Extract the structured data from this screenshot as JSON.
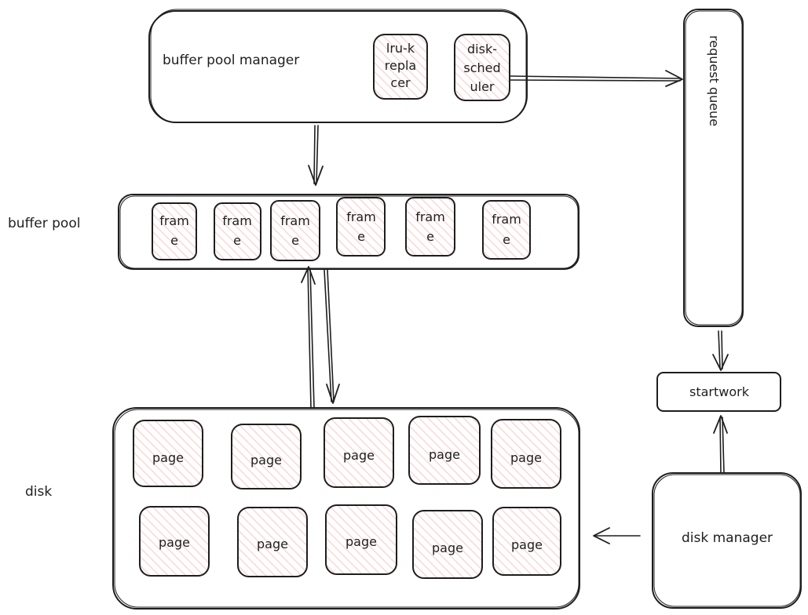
{
  "diagram": {
    "buffer_pool_manager": {
      "label": "buffer pool manager",
      "lru_k_replacer": {
        "lines": [
          "lru-k",
          "repla",
          "cer"
        ]
      },
      "disk_scheduler": {
        "lines": [
          "disk-",
          "sched",
          "uler"
        ]
      }
    },
    "request_queue": {
      "label": "request queue"
    },
    "buffer_pool": {
      "label": "buffer pool",
      "frames": [
        {
          "lines": [
            "fram",
            "e"
          ]
        },
        {
          "lines": [
            "fram",
            "e"
          ]
        },
        {
          "lines": [
            "fram",
            "e"
          ]
        },
        {
          "lines": [
            "fram",
            "e"
          ]
        },
        {
          "lines": [
            "fram",
            "e"
          ]
        },
        {
          "lines": [
            "fram",
            "e"
          ]
        }
      ]
    },
    "startwork": {
      "label": "startwork"
    },
    "disk": {
      "label": "disk",
      "pages": [
        "page",
        "page",
        "page",
        "page",
        "page",
        "page",
        "page",
        "page",
        "page",
        "page"
      ]
    },
    "disk_manager": {
      "label": "disk manager"
    }
  },
  "colors": {
    "stroke": "#1e1e1e",
    "fill_hatch": "#ffc9c9",
    "background": "#ffffff"
  }
}
